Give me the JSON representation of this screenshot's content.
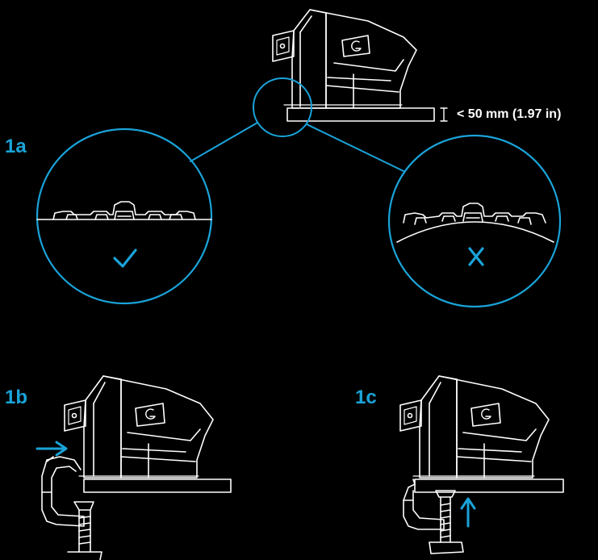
{
  "labels": {
    "step_1a": "1a",
    "step_1b": "1b",
    "step_1c": "1c",
    "thickness_limit": "< 50 mm (1.97 in)"
  },
  "colors": {
    "background": "#000000",
    "line": "#ffffff",
    "accent": "#1aa3d9"
  },
  "icons": {
    "correct": "check-icon",
    "incorrect": "x-icon",
    "push": "arrow-right-icon",
    "tighten": "arrow-up-icon",
    "brand": "logitech-g-icon"
  }
}
